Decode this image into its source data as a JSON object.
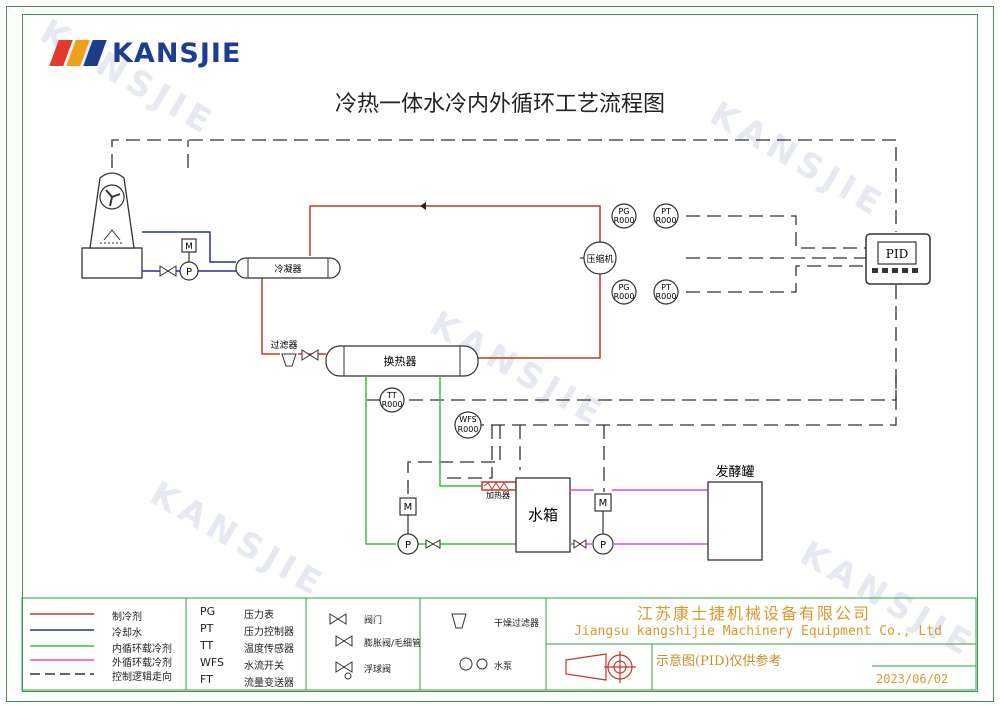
{
  "logo": {
    "brand": "KANSJIE",
    "stripe_colors": [
      "#e23a2b",
      "#f0a11c",
      "#1d3e8f"
    ]
  },
  "watermark": "KANSJIE",
  "title": "冷热一体水冷内外循环工艺流程图",
  "labels": {
    "condenser": "冷凝器",
    "heat_exchanger": "换热器",
    "filter": "过滤器",
    "compressor": "压缩机",
    "water_tank": "水箱",
    "heater": "加热器",
    "fermenter": "发酵罐",
    "controller": "PID",
    "pg": "PG",
    "pt": "PT",
    "tt": "TT",
    "wfs": "WFS",
    "r000": "R000",
    "motor": "M",
    "pump": "P"
  },
  "legend": {
    "lines": [
      {
        "text": "制冷剂",
        "color": "#c0392b",
        "dashed": false
      },
      {
        "text": "冷却水",
        "color": "#2b2f9e",
        "dashed": false
      },
      {
        "text": "内循环载冷剂",
        "color": "#3cbf3c",
        "dashed": false
      },
      {
        "text": "外循环载冷剂",
        "color": "#e14bd8",
        "dashed": false
      },
      {
        "text": "控制逻辑走向",
        "color": "#333333",
        "dashed": true
      }
    ],
    "abbr": [
      {
        "code": "PG",
        "desc": "压力表"
      },
      {
        "code": "PT",
        "desc": "压力控制器"
      },
      {
        "code": "TT",
        "desc": "温度传感器"
      },
      {
        "code": "WFS",
        "desc": "水流开关"
      },
      {
        "code": "FT",
        "desc": "流量变送器"
      }
    ],
    "valves": [
      {
        "desc": "阀门"
      },
      {
        "desc": "膨胀阀/毛细管"
      },
      {
        "desc": "浮球阀"
      }
    ],
    "others": [
      {
        "desc": "干燥过滤器"
      },
      {
        "desc": "水泵"
      }
    ]
  },
  "company": {
    "cn": "江苏康士捷机械设备有限公司",
    "en": "Jiangsu kangshijie Machinery Equipment Co., Ltd",
    "note": "示意图(PID)仅供参考",
    "date": "2023/06/02"
  }
}
